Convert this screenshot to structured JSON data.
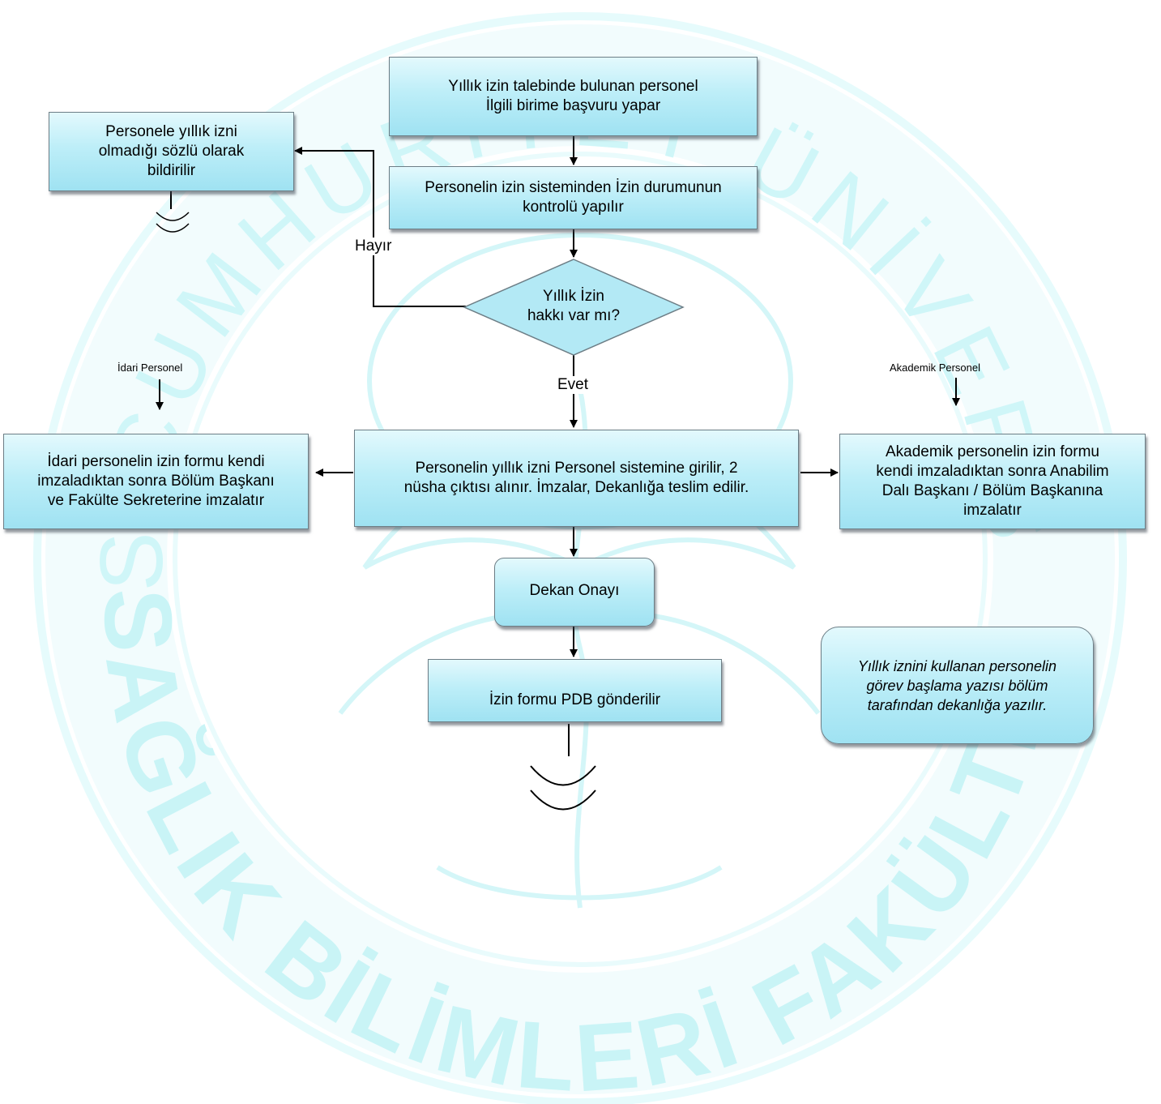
{
  "watermark": {
    "top_arc_text": "SİVAS CUMHURİYET ÜNİVERSİTESİ",
    "bottom_arc_text": "SAĞLIK BİLİMLERİ FAKÜLTESİ",
    "color": "#c9f4f6",
    "ring_color": "#dff8fa"
  },
  "colors": {
    "box_fill_top": "#e3f9fd",
    "box_fill_bottom": "#9fe2f2",
    "box_border": "#6d7e86",
    "arrow": "#000000"
  },
  "nodes": {
    "start": {
      "text_lines": [
        "Yıllık izin talebinde bulunan personel",
        "İlgili birime başvuru yapar"
      ]
    },
    "check": {
      "text_lines": [
        "Personelin izin sisteminden İzin durumunun",
        "kontrolü yapılır"
      ]
    },
    "decision": {
      "text_lines": [
        "Yıllık İzin",
        "hakkı var mı?"
      ]
    },
    "no_leave": {
      "text_lines": [
        "Personele yıllık izni",
        "olmadığı sözlü olarak",
        "bildirilir"
      ]
    },
    "enter": {
      "text_lines": [
        "Personelin yıllık izni Personel sistemine girilir, 2",
        "nüsha çıktısı alınır. İmzalar, Dekanlığa teslim edilir."
      ]
    },
    "admin": {
      "text_lines": [
        "İdari personelin izin formu kendi",
        "imzaladıktan sonra Bölüm Başkanı",
        "ve Fakülte Sekreterine imzalatır"
      ]
    },
    "academic": {
      "text_lines": [
        "Akademik personelin izin formu",
        "kendi imzaladıktan sonra Anabilim",
        "Dalı Başkanı / Bölüm Başkanına",
        "imzalatır"
      ]
    },
    "dean": {
      "text_lines": [
        "Dekan Onayı"
      ]
    },
    "pdb": {
      "text_lines": [
        "İzin formu PDB gönderilir"
      ]
    },
    "note": {
      "text_lines": [
        "Yıllık iznini kullanan personelin",
        "görev başlama yazısı bölüm",
        "tarafından dekanlığa yazılır."
      ]
    }
  },
  "edge_labels": {
    "no": "Hayır",
    "yes": "Evet",
    "admin_side": "İdari Personel",
    "academic_side": "Akademik Personel"
  }
}
